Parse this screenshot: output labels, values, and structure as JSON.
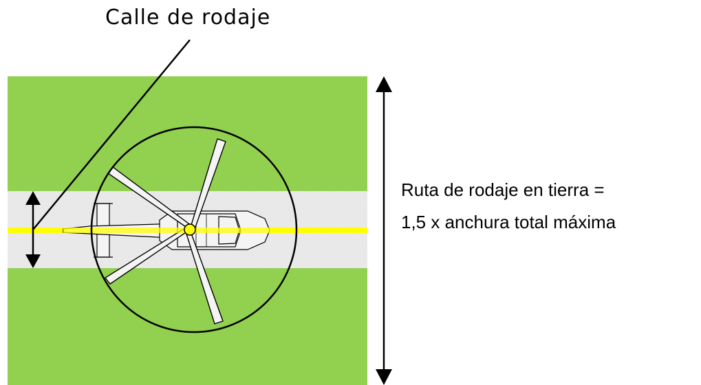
{
  "labels": {
    "taxiway": "Calle de rodaje",
    "ground_route_line1": "Ruta de rodaje en tierra =",
    "ground_route_line2": "1,5 x anchura total máxima"
  },
  "colors": {
    "grass": "#92d050",
    "taxiway_surface": "#e4e4e4",
    "centerline": "#ffff00",
    "ink": "#000000",
    "helicopter_body": "#f4f4f4"
  },
  "icons": {
    "helicopter": "helicopter-top-view-icon",
    "arrow_head": "arrow-head-icon"
  }
}
